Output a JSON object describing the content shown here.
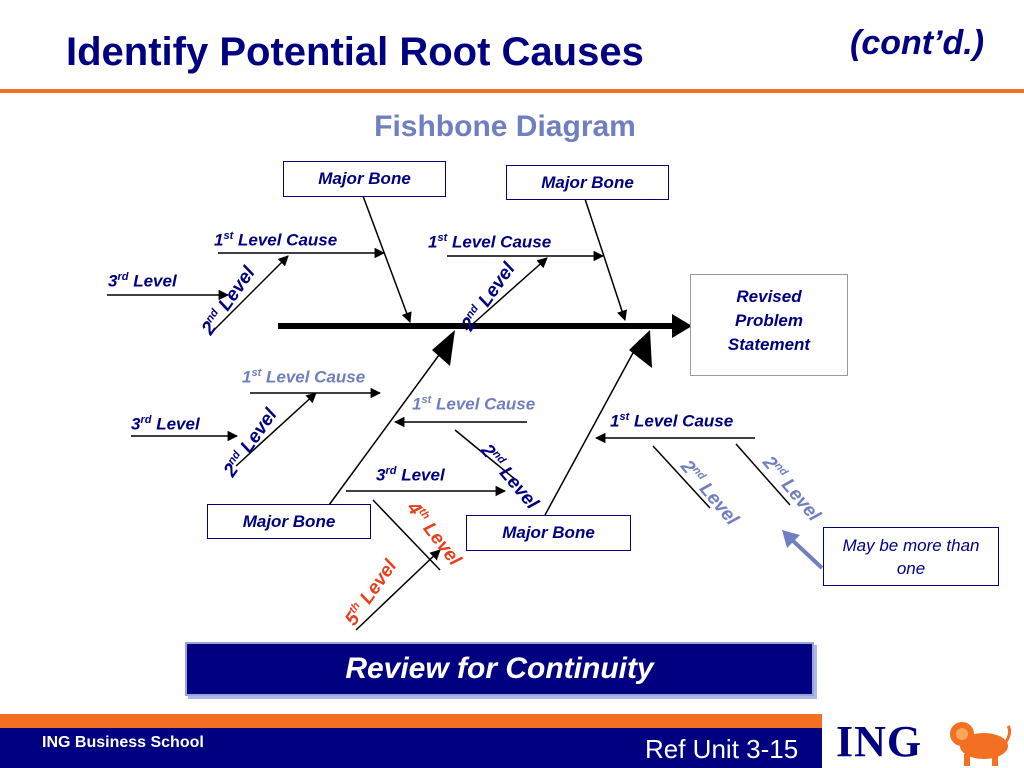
{
  "header": {
    "title": "Identify Potential Root Causes",
    "contd": "(cont’d.)"
  },
  "diagram": {
    "title": "Fishbone Diagram",
    "major_bone": "Major Bone",
    "problem_statement": "Revised Problem Statement",
    "note": "May be more than one",
    "first_level_cause": [
      "1",
      "st",
      "Level Cause"
    ],
    "second_level": [
      "2",
      "nd",
      "Level"
    ],
    "third_level": [
      "3",
      "rd",
      "Level"
    ],
    "fourth_level": [
      "4",
      "th",
      "Level"
    ],
    "fifth_level": [
      "5",
      "th",
      "Level"
    ]
  },
  "banner": "Review for Continuity",
  "footer": {
    "school": "ING Business School",
    "ref": "Ref Unit 3-15",
    "logo": "ING"
  },
  "colors": {
    "navy": "#000080",
    "orange": "#f36f21",
    "gray": "#6f7fbf",
    "red": "#e8401c"
  }
}
